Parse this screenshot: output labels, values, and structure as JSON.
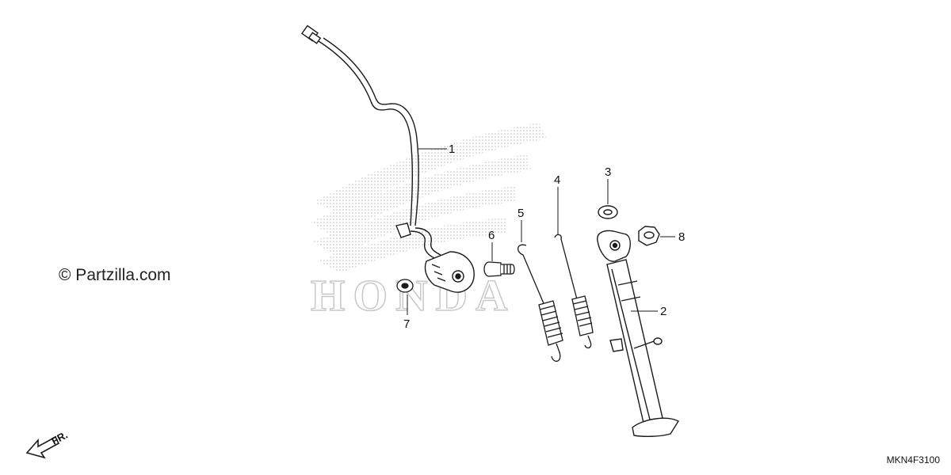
{
  "watermark": {
    "text": "HONDA",
    "color": "#c8c8c8"
  },
  "copyright": "© Partzilla.com",
  "diagram_code": "MKN4F3100",
  "direction_label": "FR.",
  "callouts": [
    {
      "id": "1"
    },
    {
      "id": "2"
    },
    {
      "id": "3"
    },
    {
      "id": "4"
    },
    {
      "id": "5"
    },
    {
      "id": "6"
    },
    {
      "id": "7"
    },
    {
      "id": "8"
    }
  ],
  "colors": {
    "line": "#1a1a1a",
    "text": "#111111"
  }
}
